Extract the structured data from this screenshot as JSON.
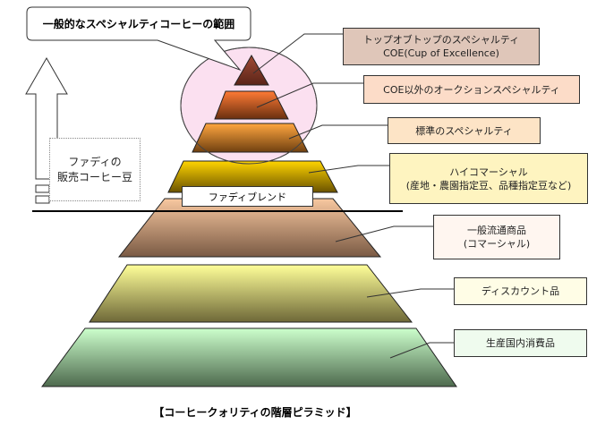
{
  "callout": "一般的なスペシャルティコーヒーの範囲",
  "fadi_beans": "ファディの\n販売コーヒー豆",
  "fadi_blend": "ファディブレンド",
  "tiers": [
    {
      "label": "トップオブトップのスペシャルティ\nCOE(Cup of Excellence)",
      "box_color": "#dfc6b9",
      "tier_top": "#a04a35",
      "tier_bottom": "#5a2418"
    },
    {
      "label": "COE以外のオークションスペシャルティ",
      "box_color": "#fcdcc8",
      "tier_top": "#ff7a35",
      "tier_bottom": "#6a3010"
    },
    {
      "label": "標準のスペシャルティ",
      "box_color": "#fde4c6",
      "tier_top": "#ffa640",
      "tier_bottom": "#704010"
    },
    {
      "label": "ハイコマーシャル\n(産地・農園指定豆、品種指定豆など)",
      "box_color": "#fef4c0",
      "tier_top": "#ffd400",
      "tier_bottom": "#6a5200"
    },
    {
      "label": "一般流通商品\n(コマーシャル)",
      "box_color": "#fff6f0",
      "tier_top": "#f8c8a0",
      "tier_bottom": "#7a5a44"
    },
    {
      "label": "ディスカウント品",
      "box_color": "#fffde6",
      "tier_top": "#ffff99",
      "tier_bottom": "#6e6838"
    },
    {
      "label": "生産国内消費品",
      "box_color": "#effbee",
      "tier_top": "#ccffcc",
      "tier_bottom": "#4e6a4e"
    }
  ],
  "caption": "【コーヒークォリティの階層ピラミッド】"
}
